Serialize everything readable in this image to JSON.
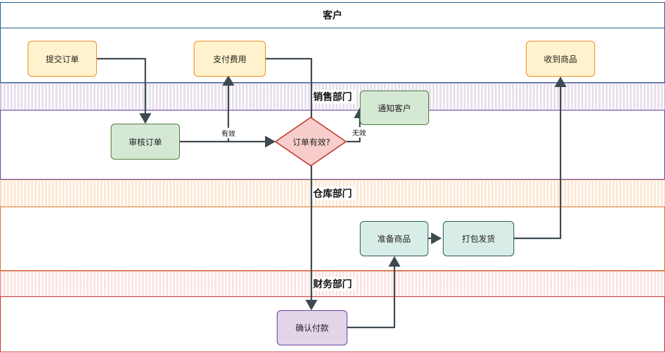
{
  "lanes": {
    "customer": "客户",
    "sales": "销售部门",
    "warehouse": "仓库部门",
    "finance": "财务部门"
  },
  "nodes": {
    "submit_order": "提交订单",
    "pay_fee": "支付费用",
    "receive_goods": "收到商品",
    "review_order": "审核订单",
    "order_valid": "订单有效?",
    "notify_customer": "通知客户",
    "prepare_goods": "准备商品",
    "pack_ship": "打包发货",
    "confirm_payment": "确认付款"
  },
  "edge_labels": {
    "valid": "有效",
    "invalid": "无效"
  },
  "colors": {
    "customer_lane": "#1f5f8b",
    "sales_lane": "#6a3fa0",
    "warehouse_lane": "#e07020",
    "finance_lane": "#c83232",
    "orange_fill": "#fff2cc",
    "orange_stroke": "#f08c20",
    "green_fill": "#d5e8d4",
    "green_stroke": "#4d7a3a",
    "teal_fill": "#d9ede8",
    "teal_stroke": "#2a5a4f",
    "red_fill": "#f8cecc",
    "red_stroke": "#c0392b",
    "purple_fill": "#e1d5e7",
    "purple_stroke": "#6a3fa0",
    "edge": "#3d4a50"
  }
}
